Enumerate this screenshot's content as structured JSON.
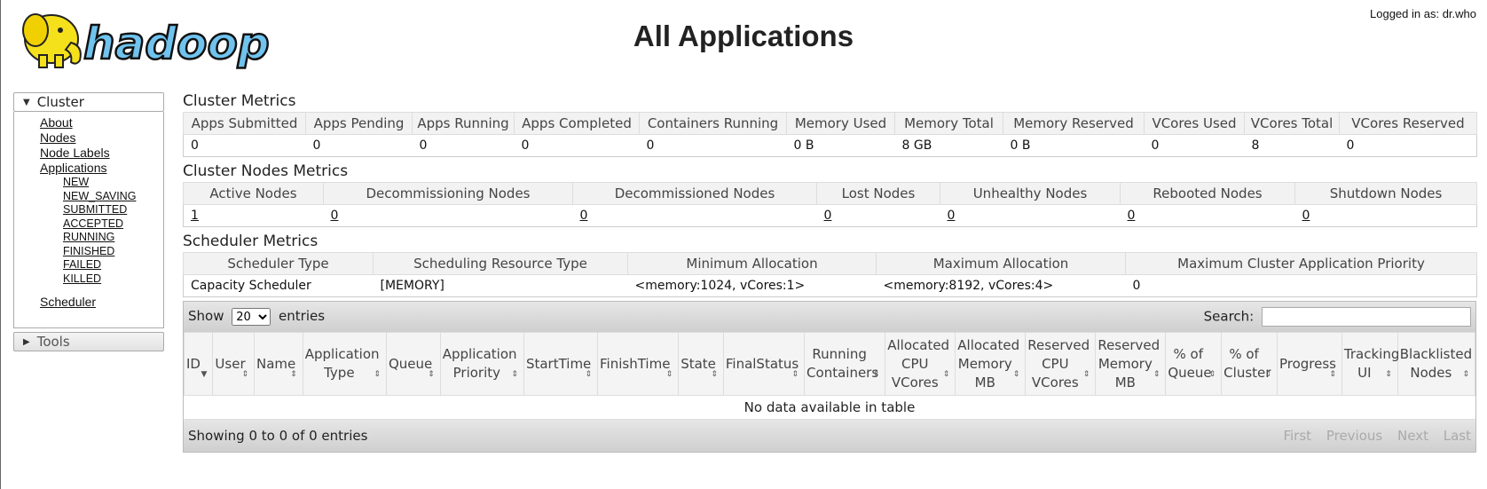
{
  "header": {
    "title": "All Applications",
    "logged_in": "Logged in as: dr.who",
    "logo_text": "hadoop"
  },
  "sidebar": {
    "cluster": {
      "label": "Cluster",
      "links": [
        "About",
        "Nodes",
        "Node Labels",
        "Applications"
      ],
      "app_states": [
        "NEW",
        "NEW_SAVING",
        "SUBMITTED",
        "ACCEPTED",
        "RUNNING",
        "FINISHED",
        "FAILED",
        "KILLED"
      ],
      "scheduler": "Scheduler"
    },
    "tools": {
      "label": "Tools"
    }
  },
  "cluster_metrics": {
    "title": "Cluster Metrics",
    "headers": [
      "Apps Submitted",
      "Apps Pending",
      "Apps Running",
      "Apps Completed",
      "Containers Running",
      "Memory Used",
      "Memory Total",
      "Memory Reserved",
      "VCores Used",
      "VCores Total",
      "VCores Reserved"
    ],
    "values": [
      "0",
      "0",
      "0",
      "0",
      "0",
      "0 B",
      "8 GB",
      "0 B",
      "0",
      "8",
      "0"
    ]
  },
  "node_metrics": {
    "title": "Cluster Nodes Metrics",
    "headers": [
      "Active Nodes",
      "Decommissioning Nodes",
      "Decommissioned Nodes",
      "Lost Nodes",
      "Unhealthy Nodes",
      "Rebooted Nodes",
      "Shutdown Nodes"
    ],
    "values": [
      "1",
      "0",
      "0",
      "0",
      "0",
      "0",
      "0"
    ]
  },
  "scheduler_metrics": {
    "title": "Scheduler Metrics",
    "headers": [
      "Scheduler Type",
      "Scheduling Resource Type",
      "Minimum Allocation",
      "Maximum Allocation",
      "Maximum Cluster Application Priority"
    ],
    "values": [
      "Capacity Scheduler",
      "[MEMORY]",
      "<memory:1024, vCores:1>",
      "<memory:8192, vCores:4>",
      "0"
    ]
  },
  "apps_table": {
    "show_label": "Show",
    "entries_label": "entries",
    "page_size": "20",
    "search_label": "Search:",
    "search_value": "",
    "columns": [
      "ID",
      "User",
      "Name",
      "Application Type",
      "Queue",
      "Application Priority",
      "StartTime",
      "FinishTime",
      "State",
      "FinalStatus",
      "Running Containers",
      "Allocated CPU VCores",
      "Allocated Memory MB",
      "Reserved CPU VCores",
      "Reserved Memory MB",
      "% of Queue",
      "% of Cluster",
      "Progress",
      "Tracking UI",
      "Blacklisted Nodes"
    ],
    "empty_message": "No data available in table",
    "info": "Showing 0 to 0 of 0 entries",
    "pager": [
      "First",
      "Previous",
      "Next",
      "Last"
    ]
  }
}
